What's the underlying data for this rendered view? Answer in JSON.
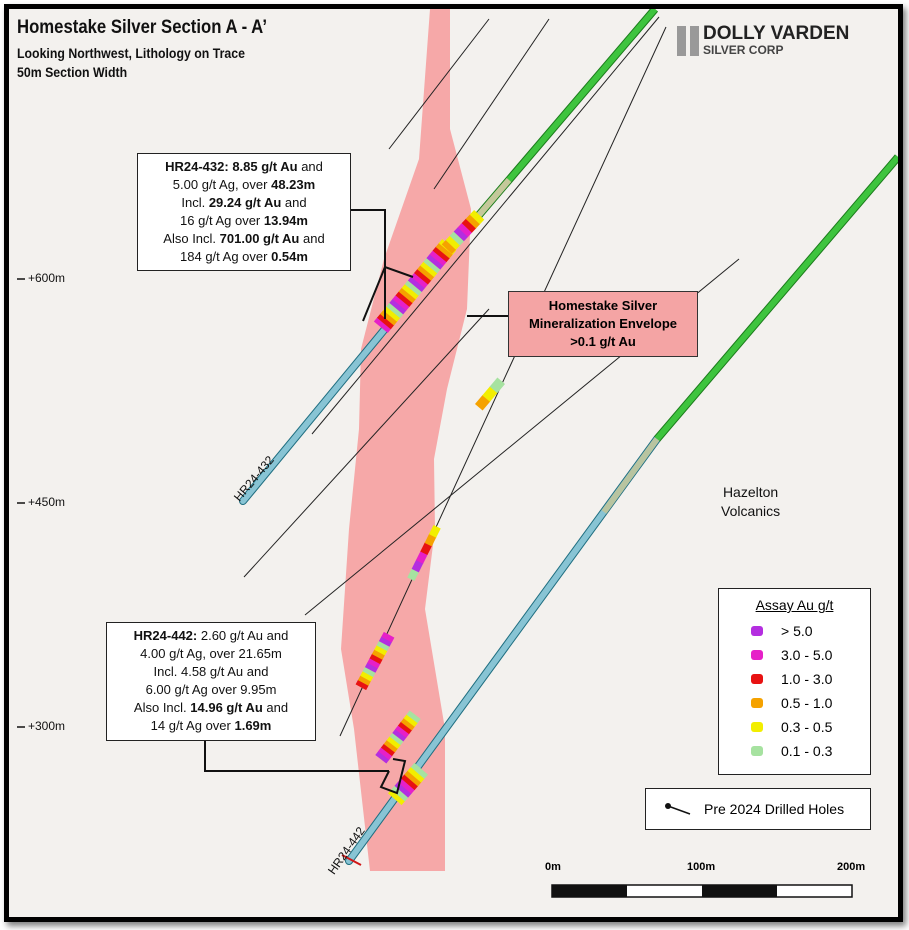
{
  "header": {
    "title": "Homestake Silver Section A - A’",
    "subtitle1": "Looking Northwest, Lithology on Trace",
    "subtitle2": "50m Section Width"
  },
  "logo": {
    "line1": "DOLLY VARDEN",
    "line2": "SILVER CORP"
  },
  "callout_432": {
    "l1a": "HR24-432:",
    "l1b": "8.85 g/t Au",
    "l1c": " and",
    "l2a": "5.00 g/t Ag, over ",
    "l2b": "48.23m",
    "l3a": "Incl.  ",
    "l3b": "29.24 g/t Au",
    "l3c": " and",
    "l4a": "16 g/t Ag over ",
    "l4b": "13.94m",
    "l5a": "Also Incl. ",
    "l5b": "701.00 g/t Au",
    "l5c": " and",
    "l6a": "184 g/t Ag over ",
    "l6b": "0.54m"
  },
  "callout_442": {
    "l1a": "HR24-442:",
    "l1b": " 2.60 g/t Au and",
    "l2": "4.00 g/t Ag, over 21.65m",
    "l3": "Incl.  4.58 g/t Au and",
    "l4": "6.00 g/t Ag over 9.95m",
    "l5a": "Also Incl. ",
    "l5b": "14.96 g/t Au",
    "l5c": " and",
    "l6a": "14 g/t Ag over ",
    "l6b": "1.69m"
  },
  "envelope": {
    "l1": "Homestake Silver",
    "l2": "Mineralization Envelope",
    "l3": ">0.1 g/t Au"
  },
  "elevations": [
    "+600m",
    "+450m",
    "+300m"
  ],
  "formation": {
    "l1": "Hazelton",
    "l2": "Volcanics"
  },
  "holes": {
    "a": "HR24-432",
    "b": "HR24-442"
  },
  "legend": {
    "title": "Assay Au g/t",
    "items": [
      {
        "label": "> 5.0",
        "color": "#b42ee0"
      },
      {
        "label": "3.0 - 5.0",
        "color": "#e620c8"
      },
      {
        "label": "1.0 - 3.0",
        "color": "#e81212"
      },
      {
        "label": "0.5 - 1.0",
        "color": "#f5a200"
      },
      {
        "label": "0.3 - 0.5",
        "color": "#f2ee00"
      },
      {
        "label": "0.1 - 0.3",
        "color": "#a6e2a0"
      }
    ]
  },
  "pre2024": {
    "label": "Pre 2024 Drilled Holes"
  },
  "scale": {
    "labels": [
      "0m",
      "100m",
      "200m"
    ]
  }
}
